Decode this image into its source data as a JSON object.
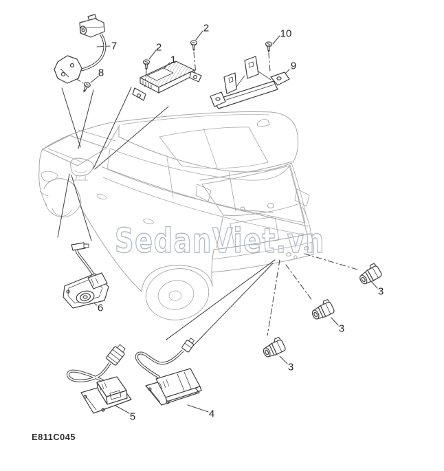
{
  "diagram": {
    "code": "E811C045",
    "watermark": "SedanViet.vn",
    "callouts": {
      "front_camera": "7",
      "front_camera_screw": "8",
      "control_module": "1",
      "module_screw_left": "2",
      "module_screw_right": "2",
      "mounting_bracket": "9",
      "bracket_screw": "10",
      "parking_sensor_top": "3",
      "parking_sensor_middle": "3",
      "parking_sensor_bottom": "3",
      "side_camera": "6",
      "rear_camera": "5",
      "license_plate_camera": "4"
    },
    "colors": {
      "part_line": "#3f3f3f",
      "vehicle_line": "#a6a6a6",
      "watermark_outline": "#b4bdc8",
      "background": "#ffffff"
    }
  }
}
